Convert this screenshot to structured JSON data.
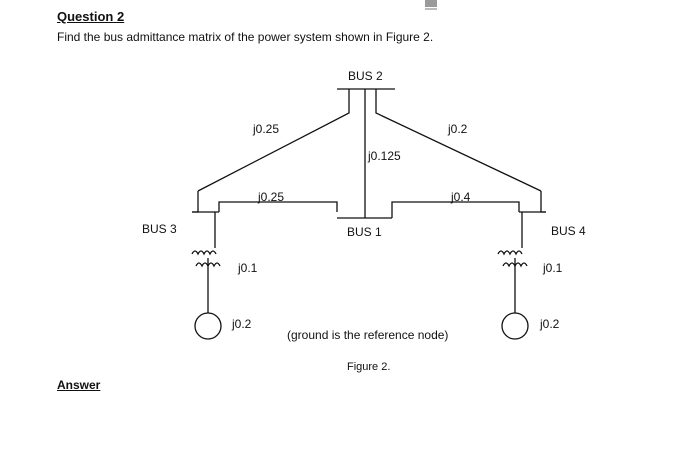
{
  "question": {
    "title": "Question 2",
    "text": "Find the bus admittance matrix of the power system shown in Figure 2."
  },
  "figure": {
    "buses": [
      "BUS 1",
      "BUS 2",
      "BUS 3",
      "BUS 4"
    ],
    "lines": [
      {
        "from": "BUS 3",
        "to": "BUS 2",
        "impedance": "j0.25"
      },
      {
        "from": "BUS 2",
        "to": "BUS 4",
        "impedance": "j0.2"
      },
      {
        "from": "BUS 2",
        "to": "BUS 1",
        "impedance": "j0.125"
      },
      {
        "from": "BUS 3",
        "to": "BUS 1",
        "impedance": "j0.25"
      },
      {
        "from": "BUS 1",
        "to": "BUS 4",
        "impedance": "j0.4"
      }
    ],
    "generators": [
      {
        "bus": "BUS 3",
        "reactance": "j0.1",
        "source": "j0.2"
      },
      {
        "bus": "BUS 4",
        "reactance": "j0.1",
        "source": "j0.2"
      }
    ],
    "note": "(ground is the reference node)",
    "caption": "Figure 2."
  },
  "answer_label": "Answer"
}
